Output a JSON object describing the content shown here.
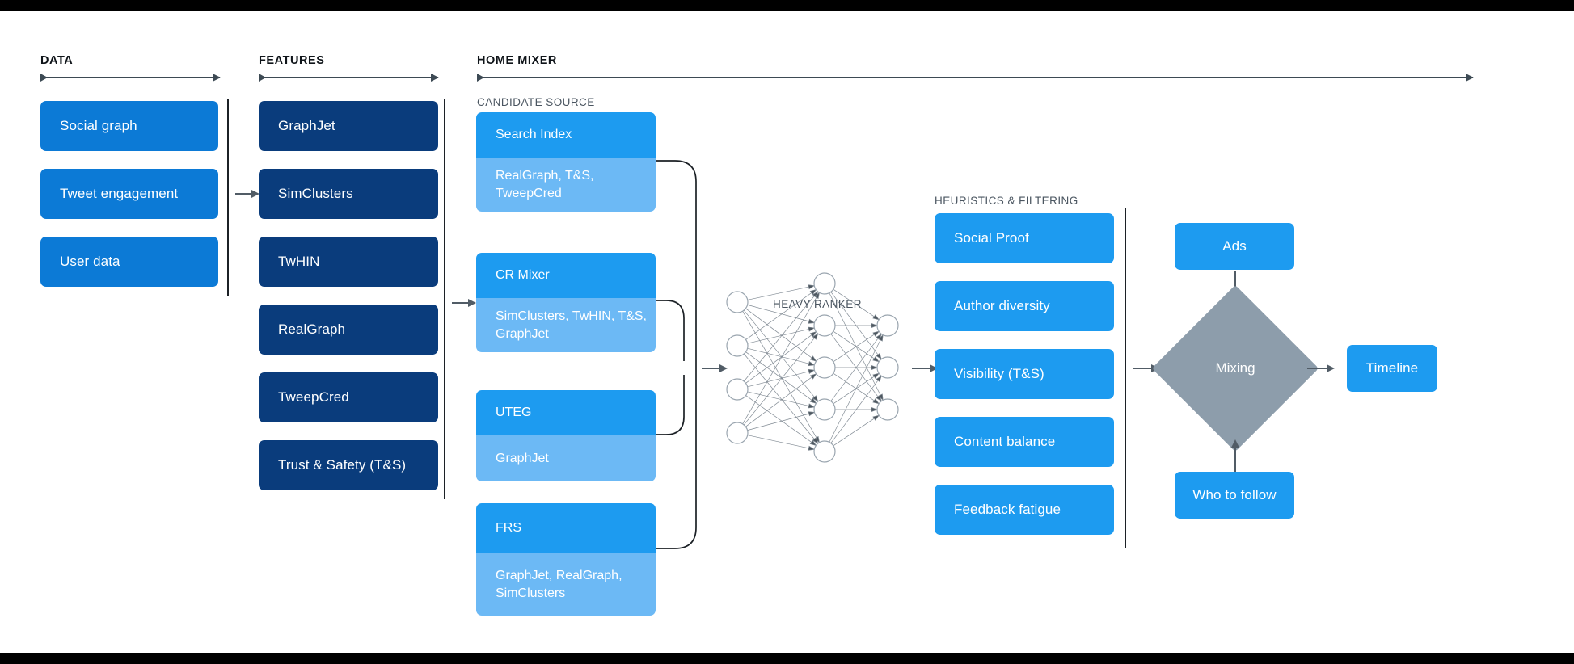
{
  "sections": {
    "data": {
      "title": "DATA"
    },
    "features": {
      "title": "FEATURES"
    },
    "home_mixer": {
      "title": "HOME MIXER"
    },
    "candidate_source": {
      "title": "CANDIDATE SOURCE"
    },
    "heavy_ranker": {
      "title": "HEAVY RANKER"
    },
    "heuristics": {
      "title": "HEURISTICS & FILTERING"
    }
  },
  "data_cards": [
    {
      "label": "Social graph"
    },
    {
      "label": "Tweet engagement"
    },
    {
      "label": "User data"
    }
  ],
  "feature_cards": [
    {
      "label": "GraphJet"
    },
    {
      "label": "SimClusters"
    },
    {
      "label": "TwHIN"
    },
    {
      "label": "RealGraph"
    },
    {
      "label": "TweepCred"
    },
    {
      "label": "Trust & Safety (T&S)"
    }
  ],
  "candidate_sources": [
    {
      "name": "Search Index",
      "features": "RealGraph, T&S, TweepCred"
    },
    {
      "name": "CR Mixer",
      "features": "SimClusters, TwHIN, T&S, GraphJet"
    },
    {
      "name": "UTEG",
      "features": "GraphJet"
    },
    {
      "name": "FRS",
      "features": "GraphJet, RealGraph, SimClusters"
    }
  ],
  "heuristic_cards": [
    {
      "label": "Social Proof"
    },
    {
      "label": "Author diversity"
    },
    {
      "label": "Visibility (T&S)"
    },
    {
      "label": "Content balance"
    },
    {
      "label": "Feedback fatigue"
    }
  ],
  "outputs": {
    "ads": "Ads",
    "mixing": "Mixing",
    "who_to_follow": "Who to follow",
    "timeline": "Timeline"
  },
  "neural_net": {
    "input_nodes": 4,
    "hidden_nodes": 5,
    "output_nodes": 3
  },
  "colors": {
    "data_card": "#0c7ad6",
    "feature_card": "#0a3c7c",
    "candidate_head": "#1d9bf0",
    "candidate_body": "#6cb9f5",
    "heuristic_card": "#1d9bf0",
    "mixing_diamond": "#8d9dab",
    "background": "#ffffff",
    "letterbox": "#000000"
  }
}
